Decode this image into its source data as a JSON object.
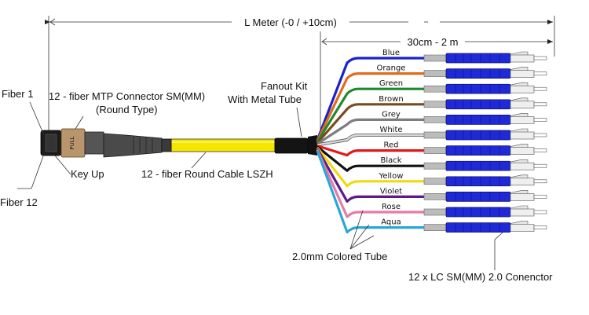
{
  "dimension_top": "L Meter (-0 / +10cm)",
  "dimension_breakout": "30cm - 2 m",
  "fiber_first": "Fiber 1",
  "fiber_last": "Fiber 12",
  "mtp_connector": "12 - fiber MTP Connector SM(MM)",
  "mtp_connector_type": "(Round Type)",
  "pull_tab": "PULL",
  "key_up": "Key Up",
  "cable": "12 - fiber Round Cable LSZH",
  "fanout_line1": "Fanout Kit",
  "fanout_line2": "With Metal Tube",
  "colored_tube": "2.0mm Colored Tube",
  "lc_connectors": "12 x LC SM(MM) 2.0 Conenctor",
  "fibers": [
    {
      "name": "Blue",
      "color": "#1a23c8"
    },
    {
      "name": "Orange",
      "color": "#e36b1c"
    },
    {
      "name": "Green",
      "color": "#1f8a2c"
    },
    {
      "name": "Brown",
      "color": "#7a4a1e"
    },
    {
      "name": "Grey",
      "color": "#7d7d7d"
    },
    {
      "name": "White",
      "color": "#d8d8d8"
    },
    {
      "name": "Red",
      "color": "#e01919"
    },
    {
      "name": "Black",
      "color": "#111111"
    },
    {
      "name": "Yellow",
      "color": "#f2d90c"
    },
    {
      "name": "Violet",
      "color": "#5b1a8c"
    },
    {
      "name": "Rose",
      "color": "#e87aa6"
    },
    {
      "name": "Aqua",
      "color": "#2aa7d8"
    }
  ]
}
